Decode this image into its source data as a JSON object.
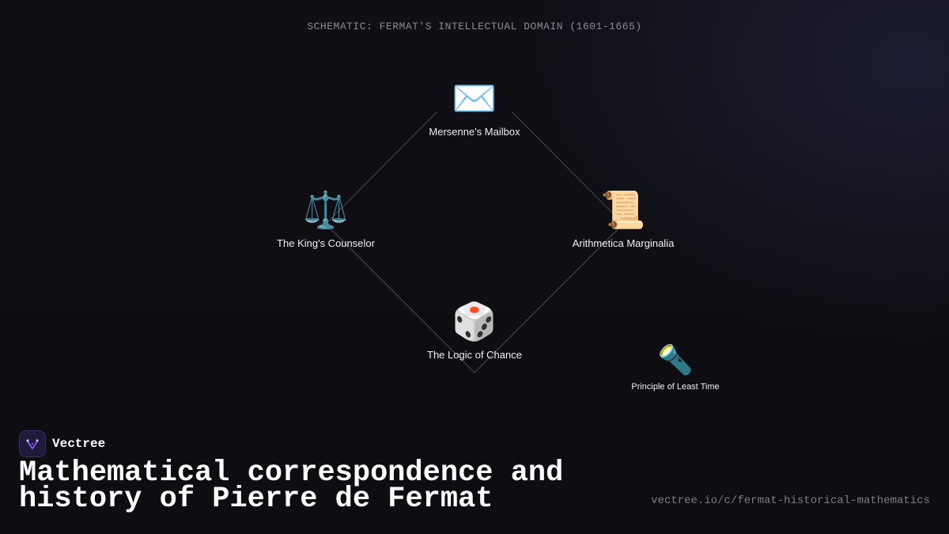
{
  "header": {
    "caption": "SCHEMATIC: FERMAT'S INTELLECTUAL DOMAIN (1601-1665)"
  },
  "diagram": {
    "nodes": [
      {
        "id": "mailbox",
        "icon": "envelope-icon",
        "glyph": "✉️",
        "label": "Mersenne's Mailbox"
      },
      {
        "id": "counselor",
        "icon": "balance-scale-icon",
        "glyph": "⚖️",
        "label": "The King's Counselor"
      },
      {
        "id": "arithmetica",
        "icon": "scroll-icon",
        "glyph": "📜",
        "label": "Arithmetica Marginalia"
      },
      {
        "id": "chance",
        "icon": "die-icon",
        "glyph": "🎲",
        "label": "The Logic of Chance"
      },
      {
        "id": "least-time",
        "icon": "flashlight-icon",
        "glyph": "🔦",
        "label": "Principle of Least Time"
      }
    ],
    "edges": [
      {
        "from": "mailbox",
        "to": "counselor"
      },
      {
        "from": "mailbox",
        "to": "arithmetica"
      },
      {
        "from": "counselor",
        "to": "chance"
      },
      {
        "from": "arithmetica",
        "to": "chance"
      }
    ]
  },
  "footer": {
    "brand_name": "Vectree",
    "brand_icon": "vectree-logo-icon",
    "title": "Mathematical correspondence and history of Pierre de Fermat",
    "url": "vectree.io/c/fermat-historical-mathematics"
  },
  "colors": {
    "background": "#0f0f14",
    "edge": "#4a4a52",
    "brand_accent": "#8a5cff"
  }
}
